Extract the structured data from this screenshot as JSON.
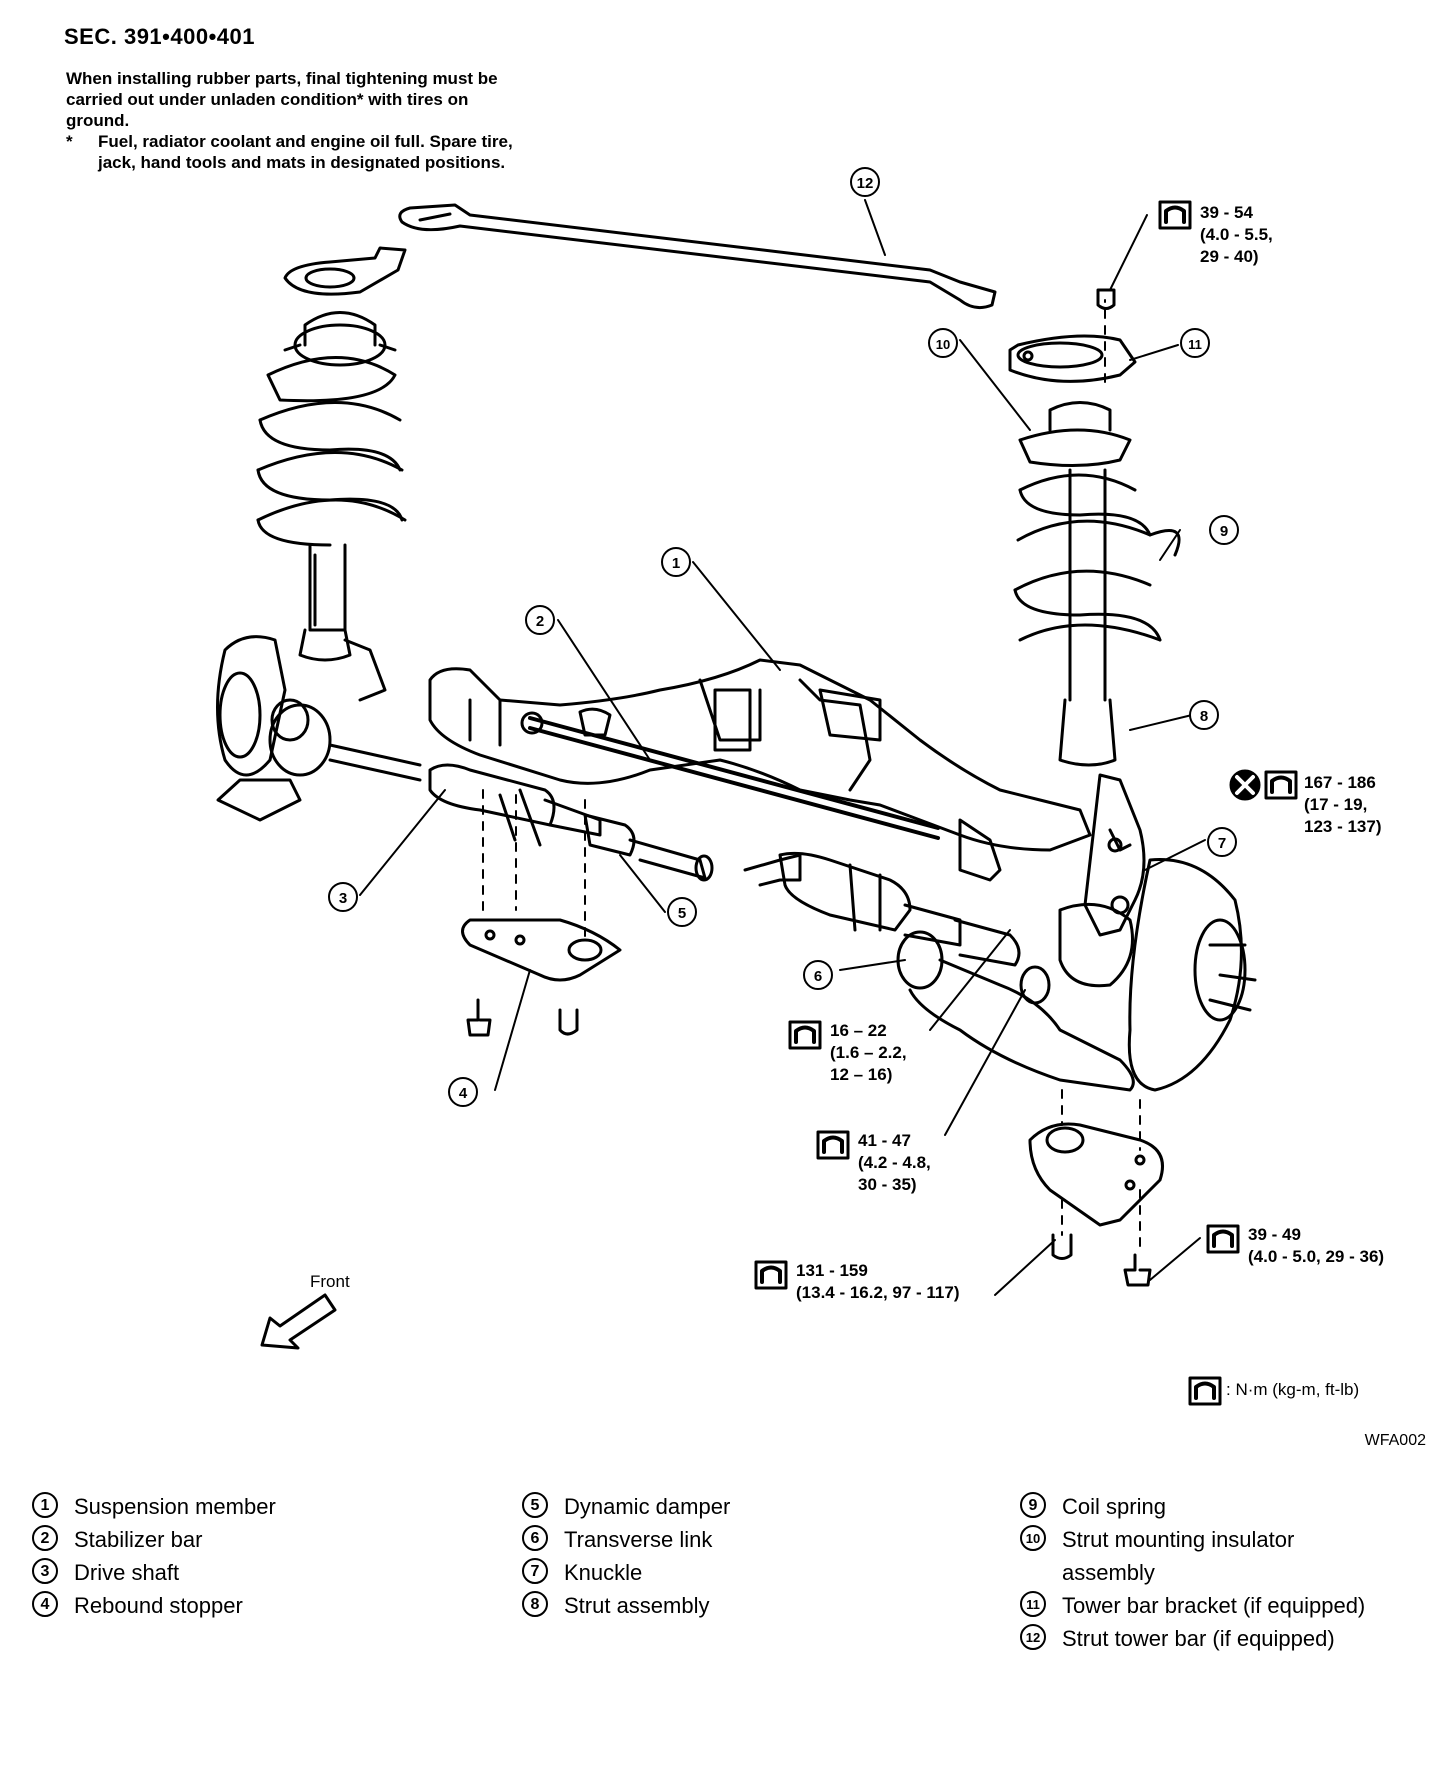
{
  "section_title": "SEC. 391•400•401",
  "install_note": {
    "main": "When installing rubber parts, final tightening must be carried out under unladen condition* with tires on ground.",
    "asterisk": "*",
    "sub": "Fuel, radiator coolant and engine oil full. Spare tire, jack, hand tools and mats in designated positions."
  },
  "callouts": [
    "1",
    "2",
    "3",
    "4",
    "5",
    "6",
    "7",
    "8",
    "9",
    "10",
    "11",
    "12"
  ],
  "torques": {
    "strut_mount_nut": "39 - 54\n(4.0 - 5.5,\n29 - 40)",
    "knuckle_strut_bolt": "167 - 186\n(17 - 19,\n123 - 137)",
    "link_nut_a": "16 – 22\n(1.6 – 2.2,\n12 – 16)",
    "link_nut_b": "41 - 47\n(4.2 - 4.8,\n30 - 35)",
    "stopper_bolt": "39 - 49\n(4.0 - 5.0, 29 - 36)",
    "member_bolt": "131 - 159\n(13.4 - 16.2, 97 - 117)"
  },
  "front_label": "Front",
  "unit_legend": ": N·m (kg-m, ft-lb)",
  "figure_code": "WFA002",
  "icons": {
    "torque": "torque-wrench-icon",
    "replace": "do-not-reuse-icon",
    "arrow": "front-arrow-icon"
  },
  "legend": {
    "col1": [
      {
        "num": "1",
        "label": "Suspension member"
      },
      {
        "num": "2",
        "label": "Stabilizer bar"
      },
      {
        "num": "3",
        "label": "Drive shaft"
      },
      {
        "num": "4",
        "label": "Rebound stopper"
      }
    ],
    "col2": [
      {
        "num": "5",
        "label": "Dynamic damper"
      },
      {
        "num": "6",
        "label": "Transverse link"
      },
      {
        "num": "7",
        "label": "Knuckle"
      },
      {
        "num": "8",
        "label": "Strut assembly"
      }
    ],
    "col3": [
      {
        "num": "9",
        "label": "Coil spring"
      },
      {
        "num": "10",
        "label": "Strut mounting insulator assembly"
      },
      {
        "num": "11",
        "label": "Tower bar bracket (if equipped)"
      },
      {
        "num": "12",
        "label": "Strut tower bar (if equipped)"
      }
    ]
  }
}
